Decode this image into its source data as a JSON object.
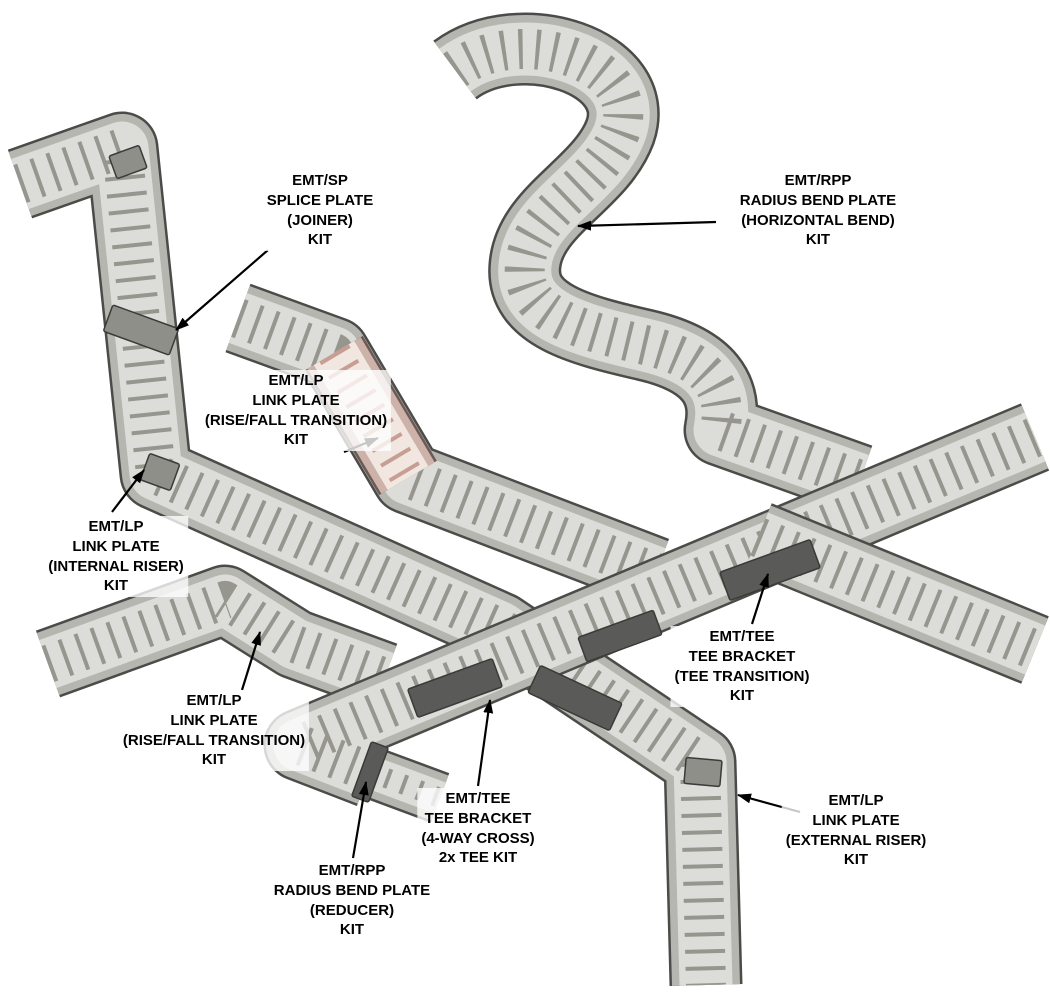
{
  "colors": {
    "tray_outline": "#4b4b49",
    "tray_rail": "#b6b6b0",
    "tray_body": "#dcdcd9",
    "tray_rung": "#96968e",
    "highlight_rail": "#cdb2a9",
    "highlight_body": "#f2e6e0",
    "highlight_rung": "#c79e93",
    "bracket_dark": "#5a5a58",
    "plate_gray": "#8f8f89",
    "arrow": "#000000",
    "background": "#ffffff"
  },
  "labels": [
    {
      "id": "splice-plate",
      "text": "EMT/SP\nSPLICE PLATE\n(JOINER)\nKIT"
    },
    {
      "id": "radius-bend-horizontal",
      "text": "EMT/RPP\nRADIUS BEND PLATE\n(HORIZONTAL BEND)\nKIT"
    },
    {
      "id": "link-plate-rise-fall-upper",
      "text": "EMT/LP\nLINK PLATE\n(RISE/FALL TRANSITION)\nKIT"
    },
    {
      "id": "link-plate-internal-riser",
      "text": "EMT/LP\nLINK PLATE\n(INTERNAL RISER)\nKIT"
    },
    {
      "id": "tee-bracket-transition",
      "text": "EMT/TEE\nTEE BRACKET\n(TEE TRANSITION)\nKIT"
    },
    {
      "id": "link-plate-rise-fall-lower",
      "text": "EMT/LP\nLINK PLATE\n(RISE/FALL TRANSITION)\nKIT"
    },
    {
      "id": "tee-bracket-4way",
      "text": "EMT/TEE\nTEE BRACKET\n(4-WAY CROSS)\n2x TEE KIT"
    },
    {
      "id": "radius-bend-reducer",
      "text": "EMT/RPP\nRADIUS BEND PLATE\n(REDUCER)\nKIT"
    },
    {
      "id": "link-plate-external-riser",
      "text": "EMT/LP\nLINK PLATE\n(EXTERNAL RISER)\nKIT"
    }
  ]
}
